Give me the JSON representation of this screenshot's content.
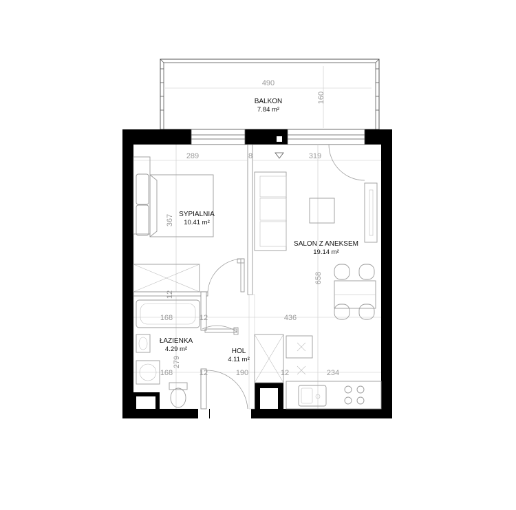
{
  "rooms": {
    "balkon": {
      "name": "BALKON",
      "area": "7.84 m²"
    },
    "sypialnia": {
      "name": "SYPIALNIA",
      "area": "10.41 m²"
    },
    "salon": {
      "name": "SALON Z ANEKSEM",
      "area": "19.14 m²"
    },
    "lazienka": {
      "name": "ŁAZIENKA",
      "area": "4.29 m²"
    },
    "hol": {
      "name": "HOL",
      "area": "4.11 m²"
    }
  },
  "dimensions": {
    "balcony_width": "490",
    "balcony_depth": "160",
    "bedroom_width": "289",
    "bedroom_depth": "367",
    "salon_width": "319",
    "salon_depth": "658",
    "bath_width_top": "168",
    "bath_width_bottom": "168",
    "bath_depth": "279",
    "hall_width": "190",
    "wall_a": "12",
    "wall_b": "12",
    "wall_c": "12",
    "wall_d": "8",
    "wall_e": "12",
    "kitchen_width": "436",
    "kitchen_counter": "234"
  },
  "colors": {
    "wall": "#000000",
    "furniture": "#9a9a9a",
    "dimension": "#9a9a9a"
  }
}
